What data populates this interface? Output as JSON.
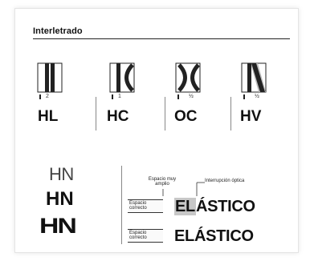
{
  "header": {
    "title": "Interletrado"
  },
  "pairs": [
    {
      "label": "HL",
      "tick": "2"
    },
    {
      "label": "HC",
      "tick": "1"
    },
    {
      "label": "OC",
      "tick": "½"
    },
    {
      "label": "HV",
      "tick": "½"
    }
  ],
  "hn_samples": [
    "HN",
    "HN",
    "HN"
  ],
  "annotations": {
    "space_label": "Espacio muy amplio",
    "interruption_label": "Interrupción óptica",
    "boxed_1": "Espacio correcto",
    "boxed_2": "Espacio correcto",
    "word_1_prefix": "EL",
    "word_1_rest": "ÁSTICO",
    "word_2": "ELÁSTICO"
  },
  "colors": {
    "highlight": "#c7c7c7",
    "ink": "#111111"
  }
}
